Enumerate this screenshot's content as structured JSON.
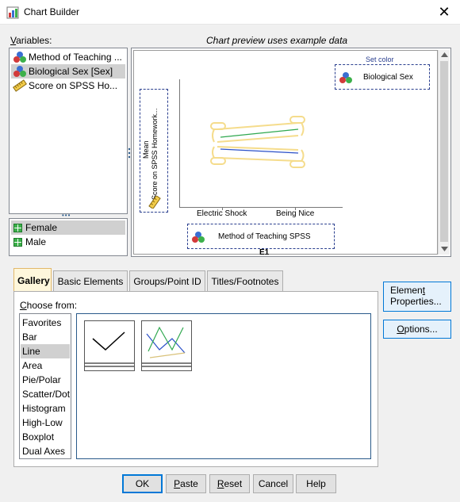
{
  "window": {
    "title": "Chart Builder",
    "close_glyph": "✕"
  },
  "variables": {
    "label_accel": "V",
    "label_rest": "ariables:",
    "items": [
      {
        "label": "Method of Teaching ...",
        "icon": "nominal-variable-icon"
      },
      {
        "label": "Biological Sex [Sex]",
        "icon": "nominal-variable-icon"
      },
      {
        "label": "Score on SPSS Ho...",
        "icon": "scale-variable-icon"
      }
    ],
    "categories": [
      "Female",
      "Male"
    ]
  },
  "preview": {
    "caption": "Chart preview uses example data",
    "set_color_label": "Set color",
    "legend_variable": "Biological Sex",
    "y_axis_title_line1": "Mean",
    "y_axis_title_line2": "Score on SPSS Homework...",
    "x_categories": [
      "Electric Shock",
      "Being Nice"
    ],
    "x_variable": "Method of Teaching SPSS",
    "element_label": "E1"
  },
  "tabs": [
    {
      "label": "Gallery"
    },
    {
      "label": "Basic Elements"
    },
    {
      "label": "Groups/Point ID"
    },
    {
      "label": "Titles/Footnotes"
    }
  ],
  "gallery": {
    "choose_from_accel": "C",
    "choose_from_rest": "hoose from:",
    "items": [
      "Favorites",
      "Bar",
      "Line",
      "Area",
      "Pie/Polar",
      "Scatter/Dot",
      "Histogram",
      "High-Low",
      "Boxplot",
      "Dual Axes"
    ],
    "selected": "Line"
  },
  "side_buttons": {
    "element_properties_line1_pre": "Elemen",
    "element_properties_line1_accel": "t",
    "element_properties_line2": "Properties...",
    "options_accel": "O",
    "options_rest": "ptions..."
  },
  "buttons": {
    "ok": "OK",
    "paste_accel": "P",
    "paste_rest": "aste",
    "reset_accel": "R",
    "reset_rest": "eset",
    "cancel": "Cancel",
    "help": "Help"
  },
  "colors": {
    "accent_blue": "#0078d7",
    "dashed_border": "#2a3f8f",
    "line_green": "#2fa84f",
    "line_blue": "#2b50c8",
    "highlight_yellow": "#f5dc8c",
    "active_tab_bg": "#fef7dc"
  }
}
